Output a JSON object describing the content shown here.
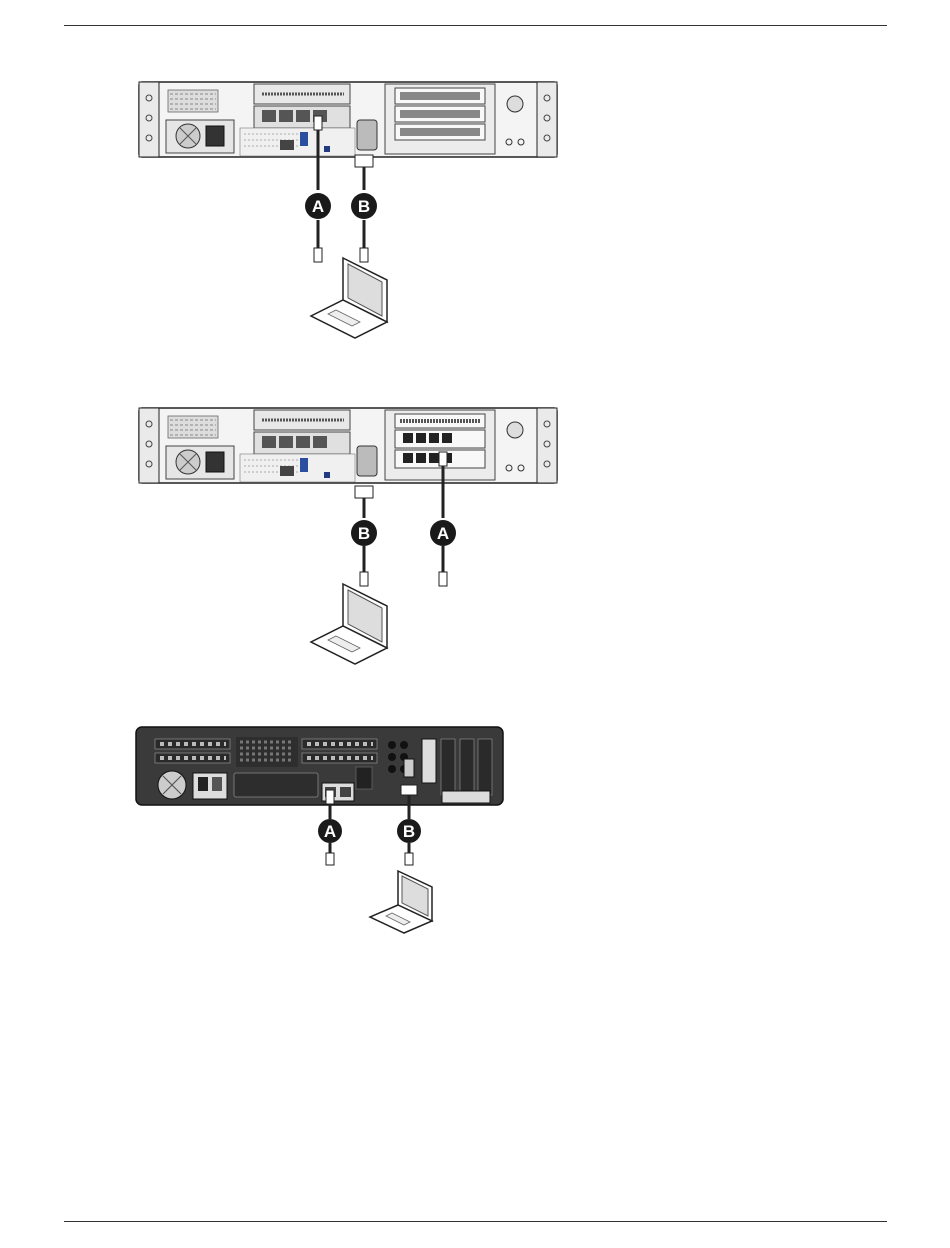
{
  "figures": [
    {
      "callouts": [
        {
          "label": "A"
        },
        {
          "label": "B"
        }
      ]
    },
    {
      "callouts": [
        {
          "label": "B"
        },
        {
          "label": "A"
        }
      ]
    },
    {
      "callouts": [
        {
          "label": "A"
        },
        {
          "label": "B"
        }
      ]
    }
  ],
  "colors": {
    "chassis_light": "#f4f4f4",
    "chassis_dark": "#3a3a3a",
    "callout_fill": "#1a1a1a",
    "outline": "#222222"
  },
  "icons": [
    "rack-server-chassis",
    "desktop-chassis",
    "laptop-icon",
    "network-cable-icon",
    "serial-cable-icon"
  ]
}
